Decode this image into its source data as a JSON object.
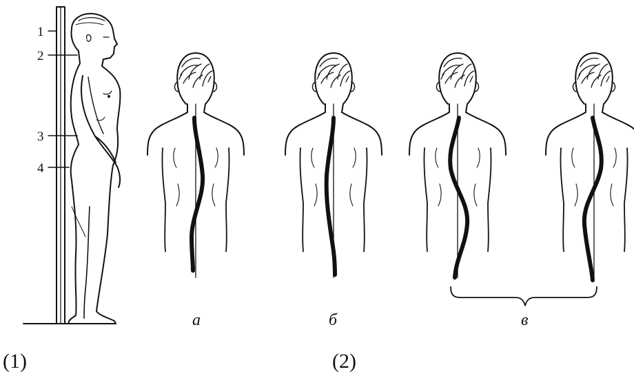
{
  "figure": {
    "panel1": {
      "caption": "(1)",
      "markers": [
        "1",
        "2",
        "3",
        "4"
      ]
    },
    "panel2": {
      "caption": "(2)",
      "sublabels": [
        "а",
        "б",
        "в"
      ]
    }
  },
  "colors": {
    "ink": "#111111",
    "background": "#ffffff"
  }
}
